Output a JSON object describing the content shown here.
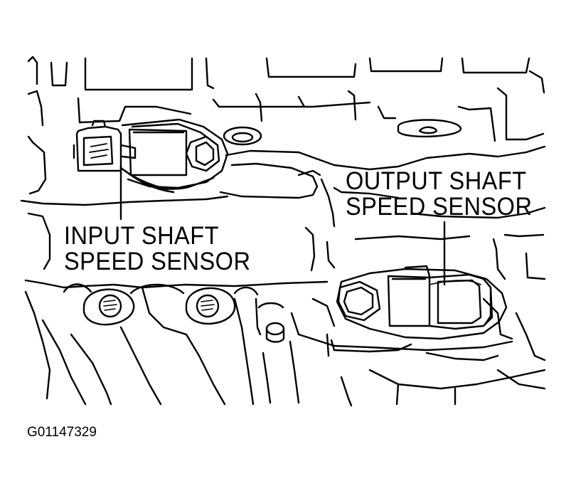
{
  "labels": {
    "input_line1": "INPUT SHAFT",
    "input_line2": "SPEED SENSOR",
    "output_line1": "OUTPUT SHAFT",
    "output_line2": "SPEED SENSOR",
    "figure_id": "G01147329"
  },
  "colors": {
    "ink": "#000000",
    "paper": "#ffffff"
  }
}
